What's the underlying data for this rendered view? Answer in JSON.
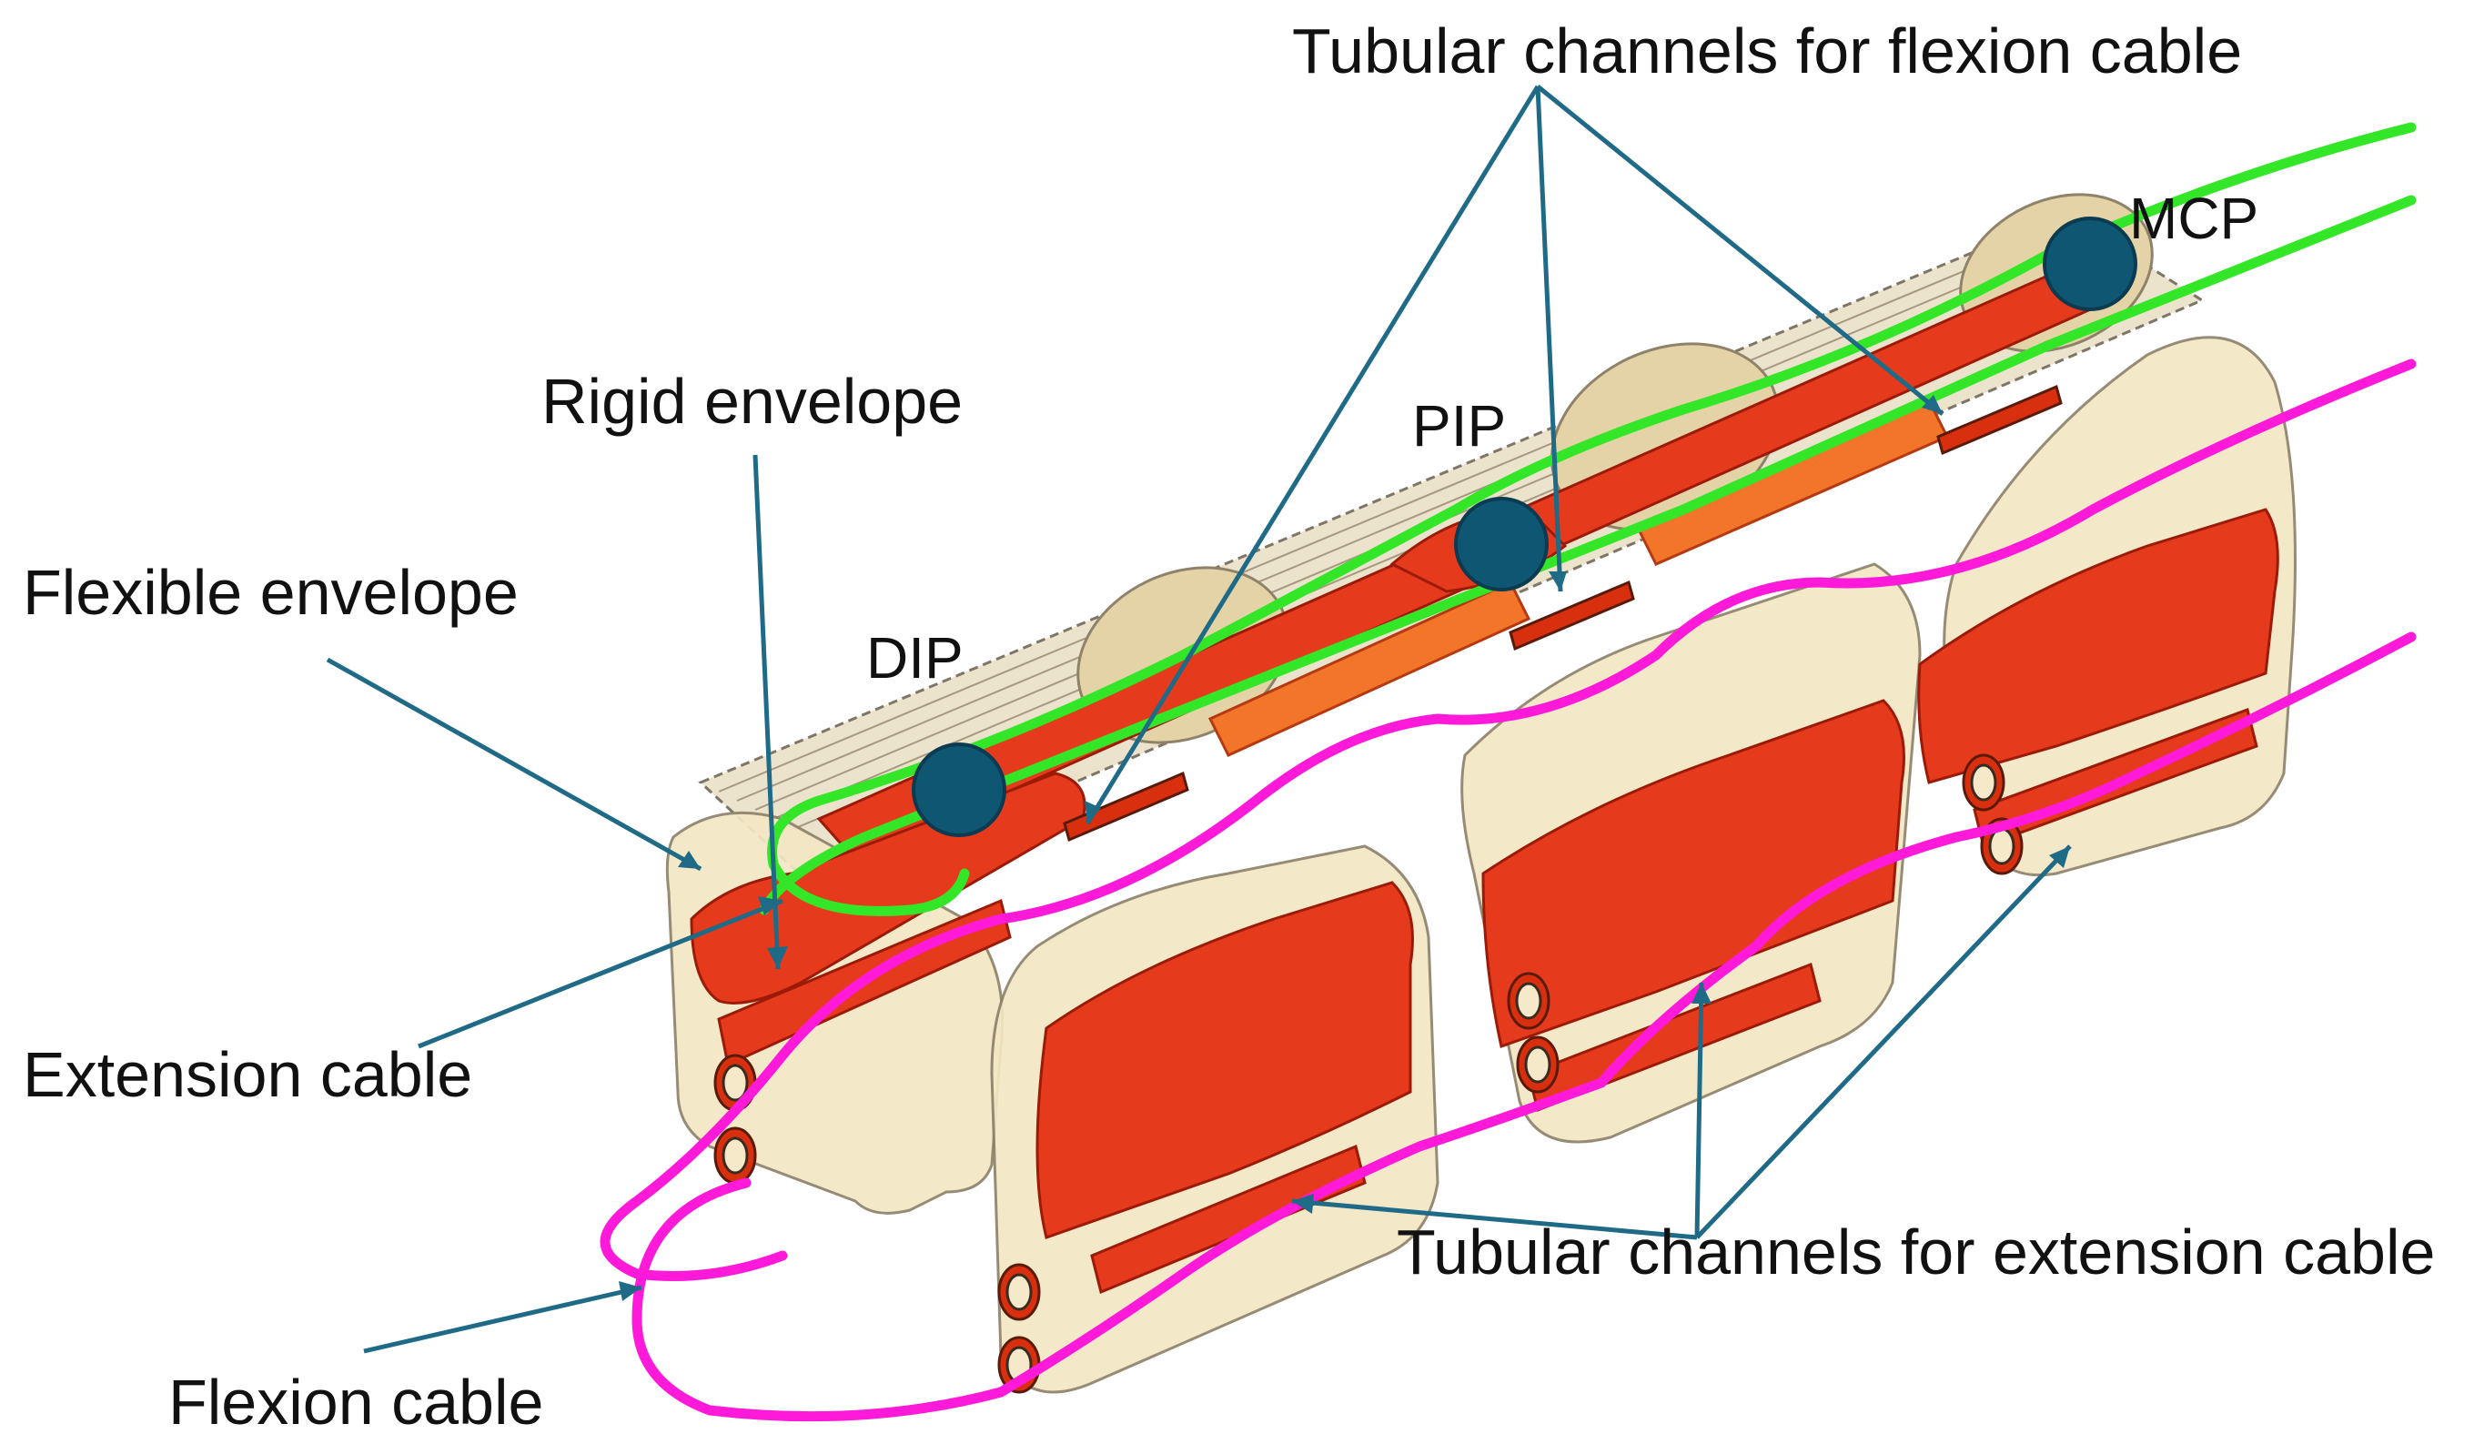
{
  "labels": {
    "tubular_flexion": "Tubular channels for flexion cable",
    "rigid_envelope": "Rigid envelope",
    "flexible_envelope": "Flexible envelope",
    "extension_cable": "Extension cable",
    "tubular_extension": "Tubular channels for extension cable",
    "flexion_cable": "Flexion cable"
  },
  "joints": {
    "dip": "DIP",
    "pip": "PIP",
    "mcp": "MCP"
  },
  "colors": {
    "leader": "#1f6a86",
    "joint_marker": "#0f5673",
    "flexible_envelope": "#f3e7c4",
    "rigid_envelope": "#e63a1c",
    "flexion_cable": "#ff19d9",
    "extension_cable": "#33e628"
  }
}
